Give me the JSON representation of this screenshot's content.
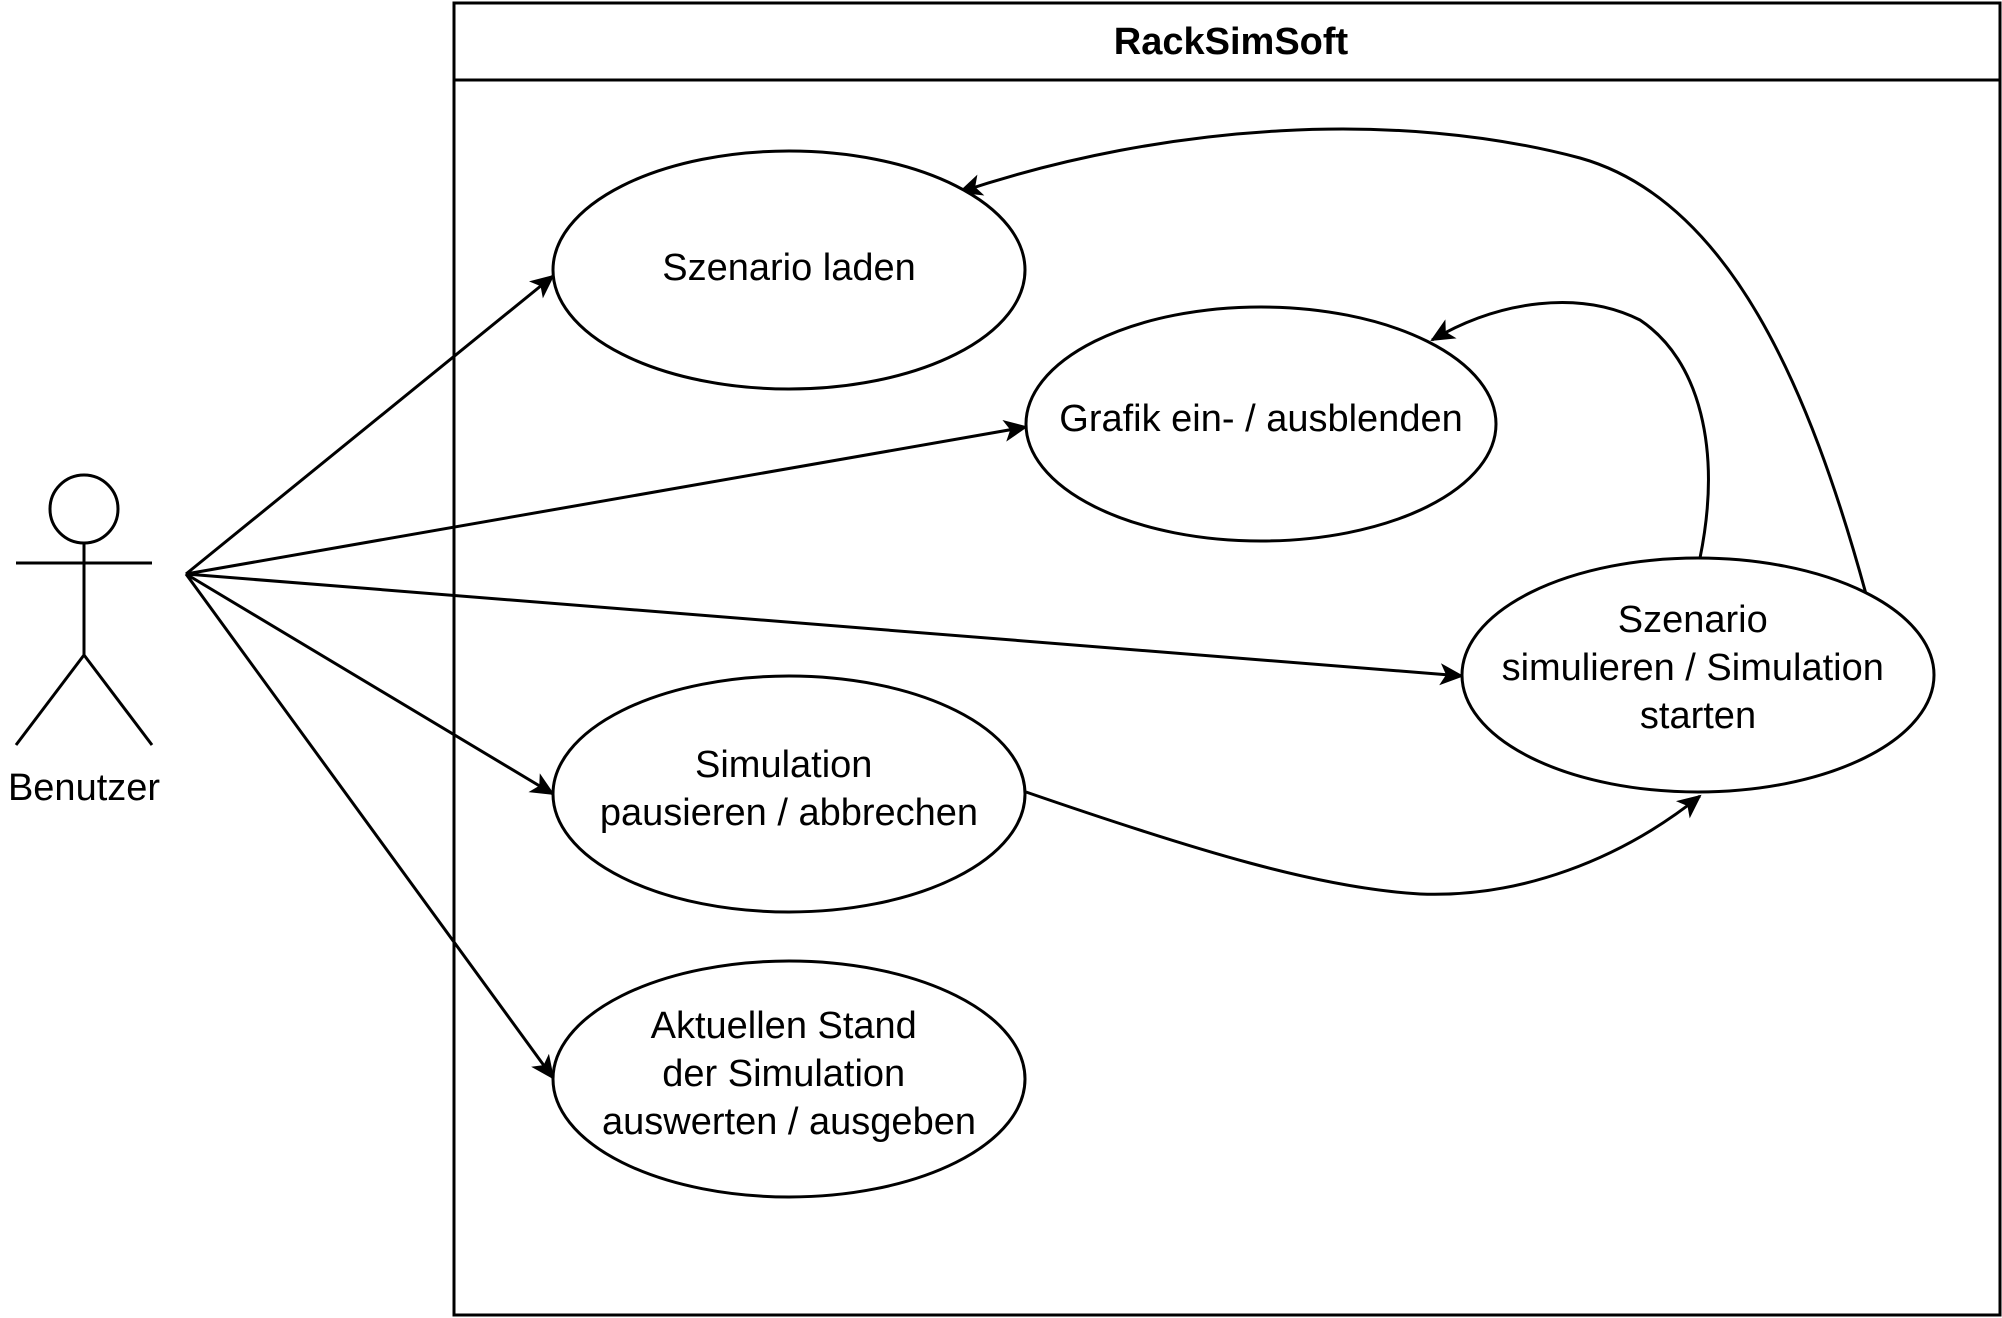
{
  "system": {
    "title": "RackSimSoft"
  },
  "actor": {
    "label": "Benutzer"
  },
  "use_cases": [
    {
      "id": "load",
      "lines": [
        "Szenario laden"
      ]
    },
    {
      "id": "graphics",
      "lines": [
        "Grafik ein- / ausblenden"
      ]
    },
    {
      "id": "simulate",
      "lines": [
        "Szenario",
        "simulieren / Simulation",
        "starten"
      ]
    },
    {
      "id": "pause",
      "lines": [
        "Simulation",
        "pausieren / abbrechen"
      ]
    },
    {
      "id": "evaluate",
      "lines": [
        "Aktuellen Stand",
        "der Simulation",
        "auswerten / ausgeben"
      ]
    }
  ],
  "colors": {
    "line": "#000000",
    "background": "#ffffff"
  }
}
